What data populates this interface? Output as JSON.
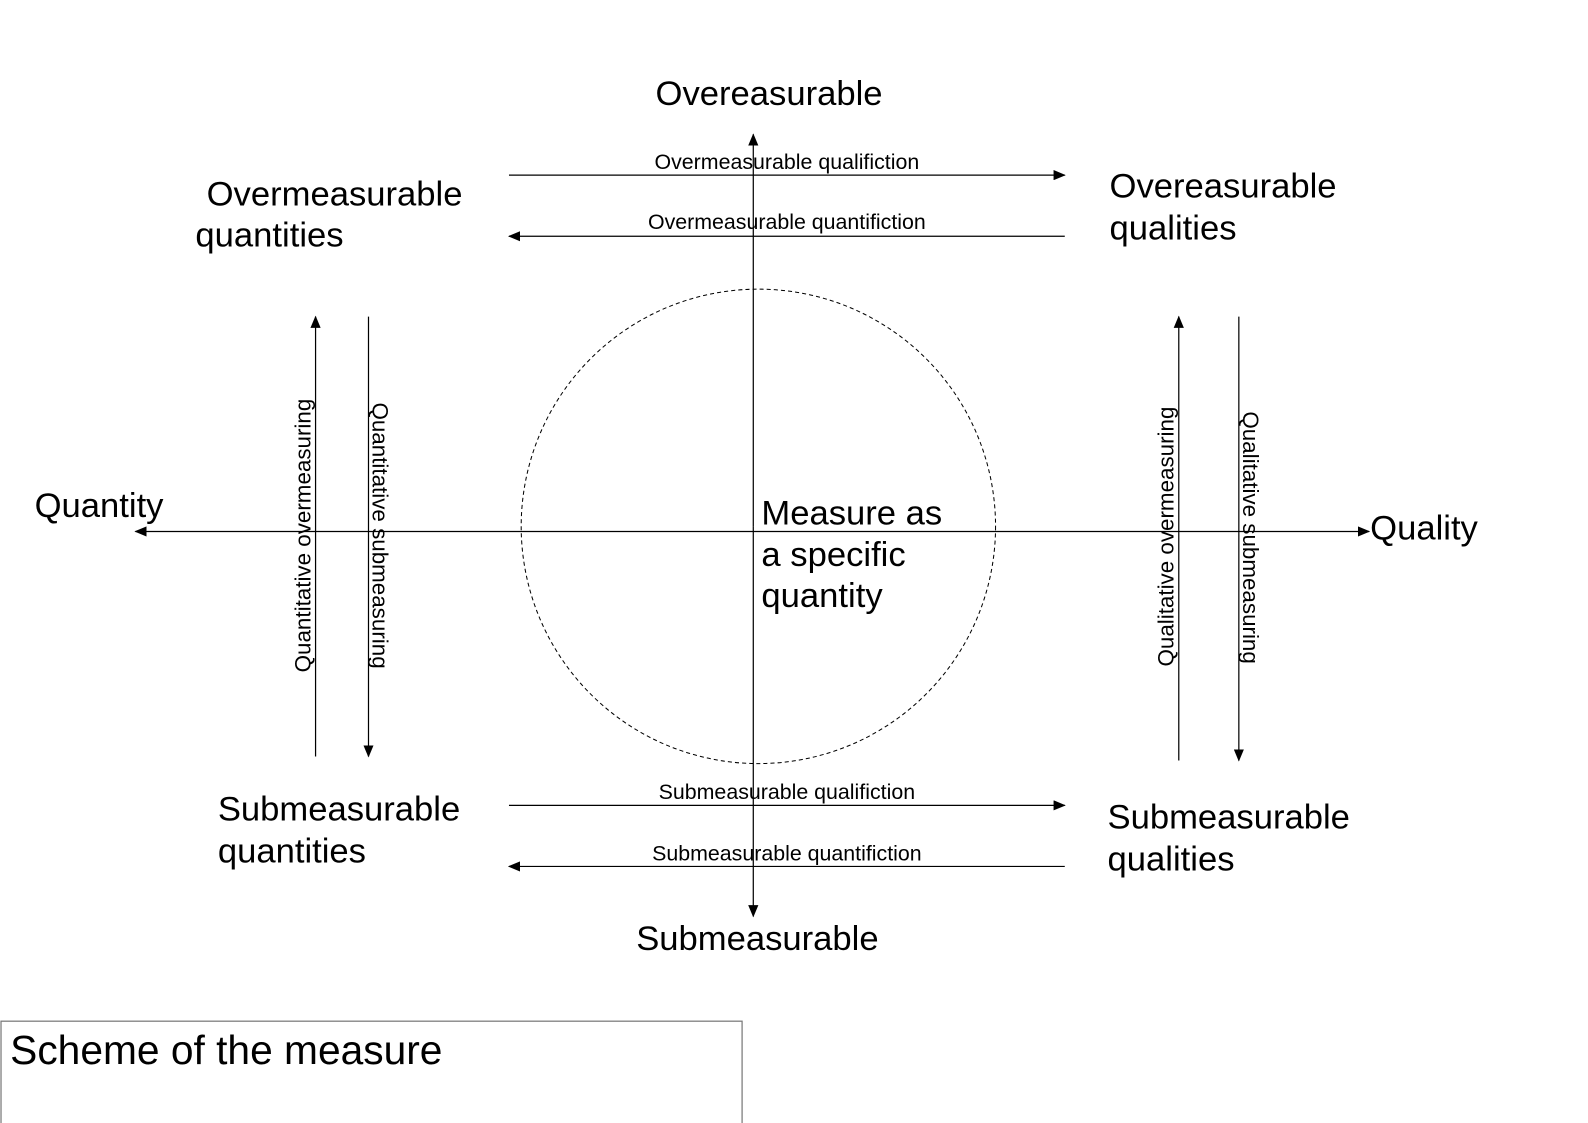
{
  "poles": {
    "top": "Overeasurable",
    "bottom": "Submeasurable",
    "left": "Quantity",
    "right": "Quality"
  },
  "corners": {
    "top_left": [
      "Overmeasurable",
      "quantities"
    ],
    "top_right": [
      "Overeasurable",
      "qualities"
    ],
    "bottom_left": [
      "Submeasurable",
      "quantities"
    ],
    "bottom_right": [
      "Submeasurable",
      "qualities"
    ]
  },
  "horizontal_arrows": {
    "top_right": "Overmeasurable qualifiction",
    "top_left": "Overmeasurable quantifiction",
    "bottom_right": "Submeasurable qualifiction",
    "bottom_left": "Submeasurable quantifiction"
  },
  "vertical_arrows": {
    "left_up": "Quantitative overmeasuring",
    "left_down": "Quantitative submeasuring",
    "right_up": "Qualitative overmeasuring",
    "right_down": "Qualitative submeasuring"
  },
  "center": [
    "Measure as",
    "a specific",
    "quantity"
  ],
  "caption": "Scheme of the measure"
}
